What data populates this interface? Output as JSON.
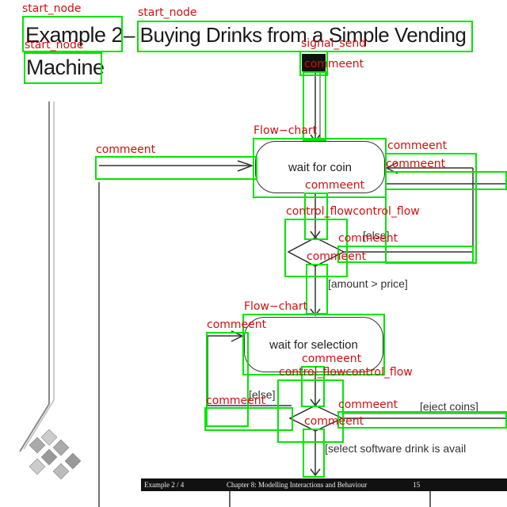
{
  "diagram": {
    "title_part1": "Example 2",
    "title_part2": "– Buying Drinks from a Simple Vending",
    "title_line2": "Machine",
    "states": {
      "wait_coin": "wait for coin",
      "wait_selection": "wait for selection"
    },
    "guards": {
      "else_top": "[else]",
      "amount_gt_price": "[amount > price]",
      "else_bottom": "[else]",
      "eject_coins": "[eject coins]",
      "select_software": "[select software drink is avail"
    },
    "footer": {
      "left": "Example 2 / 4",
      "center": "Chapter 8: Modelling Interactions and Behaviour",
      "page": "15"
    }
  },
  "annotations": {
    "start_node": "start_node",
    "signal_send": "signal_send",
    "commeent": "commeent",
    "flow_chart": "Flow−chart",
    "control_flow": "control_flowcontrol_flow"
  },
  "colors": {
    "box": "#00e600",
    "label": "#d01010"
  }
}
